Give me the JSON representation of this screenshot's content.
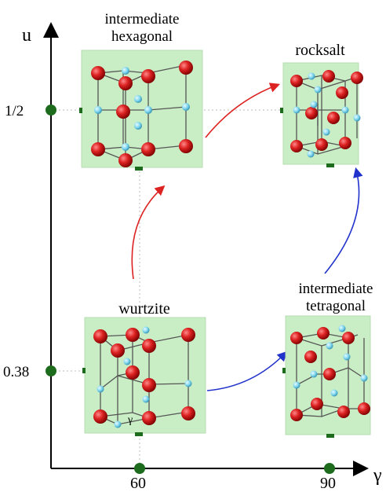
{
  "axes": {
    "y_label": "u",
    "x_label": "γ",
    "y_ticks": [
      "1/2",
      "0.38"
    ],
    "x_ticks": [
      "60",
      "90"
    ]
  },
  "panels": {
    "intermediate_hexagonal": {
      "title_line1": "intermediate",
      "title_line2": "hexagonal"
    },
    "rocksalt": {
      "title": "rocksalt"
    },
    "wurtzite": {
      "title": "wurtzite",
      "angle_label": "γ"
    },
    "intermediate_tetragonal": {
      "title_line1": "intermediate",
      "title_line2": "tetragonal"
    }
  },
  "arrows": {
    "wurtzite_to_hexagonal": "#dd2222",
    "hexagonal_to_rocksalt": "#dd2222",
    "wurtzite_to_tetragonal": "#2233cc",
    "tetragonal_to_rocksalt": "#2233cc"
  },
  "colors": {
    "panel_fill": "#c9eec5",
    "tick_marker": "#1d6b1d",
    "large_atom": "#cc1a1a",
    "small_atom": "#7fd6ee",
    "axis": "#000000"
  }
}
